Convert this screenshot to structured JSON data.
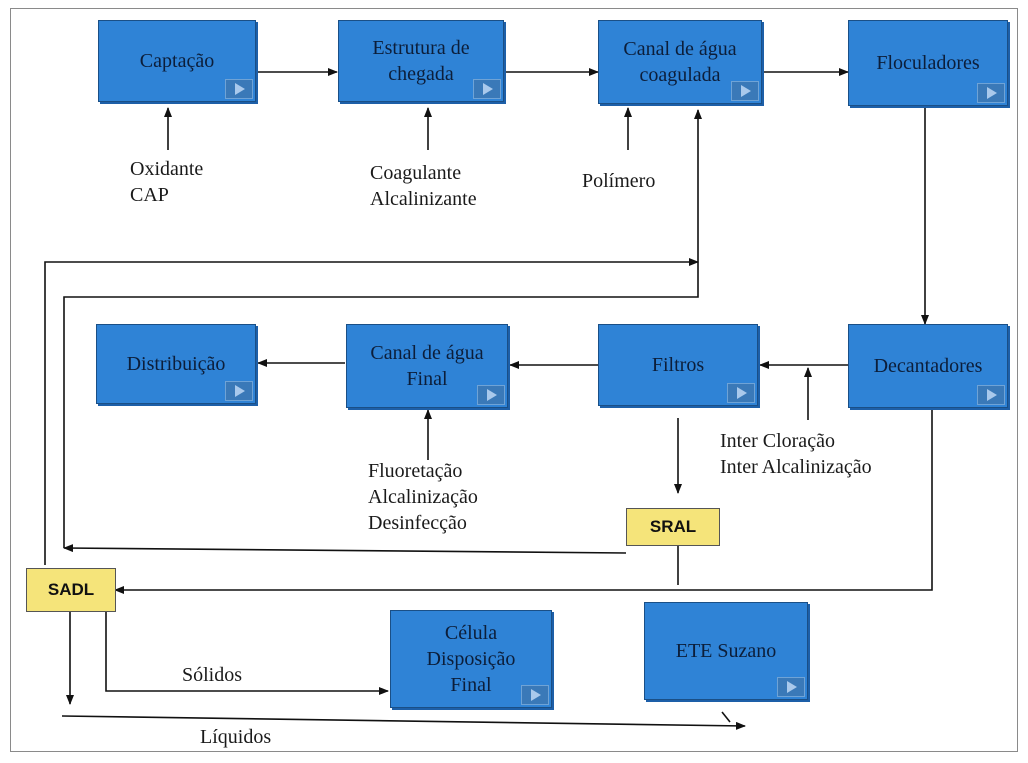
{
  "boxes": {
    "captacao": "Captação",
    "estrutura": "Estrutura de\nchegada",
    "canal_coagulada": "Canal de água\ncoagulada",
    "floculadores": "Floculadores",
    "decantadores": "Decantadores",
    "filtros": "Filtros",
    "canal_final": "Canal de água\nFinal",
    "distribuicao": "Distribuição",
    "celula": "Célula\nDisposição\nFinal",
    "ete": "ETE Suzano"
  },
  "yellow": {
    "sral": "SRAL",
    "sadl": "SADL"
  },
  "labels": {
    "oxidante": "Oxidante\nCAP",
    "coagulante": "Coagulante\nAlcalinizante",
    "polimero": "Polímero",
    "inter": "Inter Cloração\nInter Alcalinização",
    "fluoretacao": "Fluoretação\nAlcalinização\nDesinfecção",
    "solidos": "Sólidos",
    "liquidos": "Líquidos"
  },
  "colors": {
    "box_fill": "#2f83d6",
    "yellow_fill": "#f5e47a",
    "arrow": "#111111"
  }
}
